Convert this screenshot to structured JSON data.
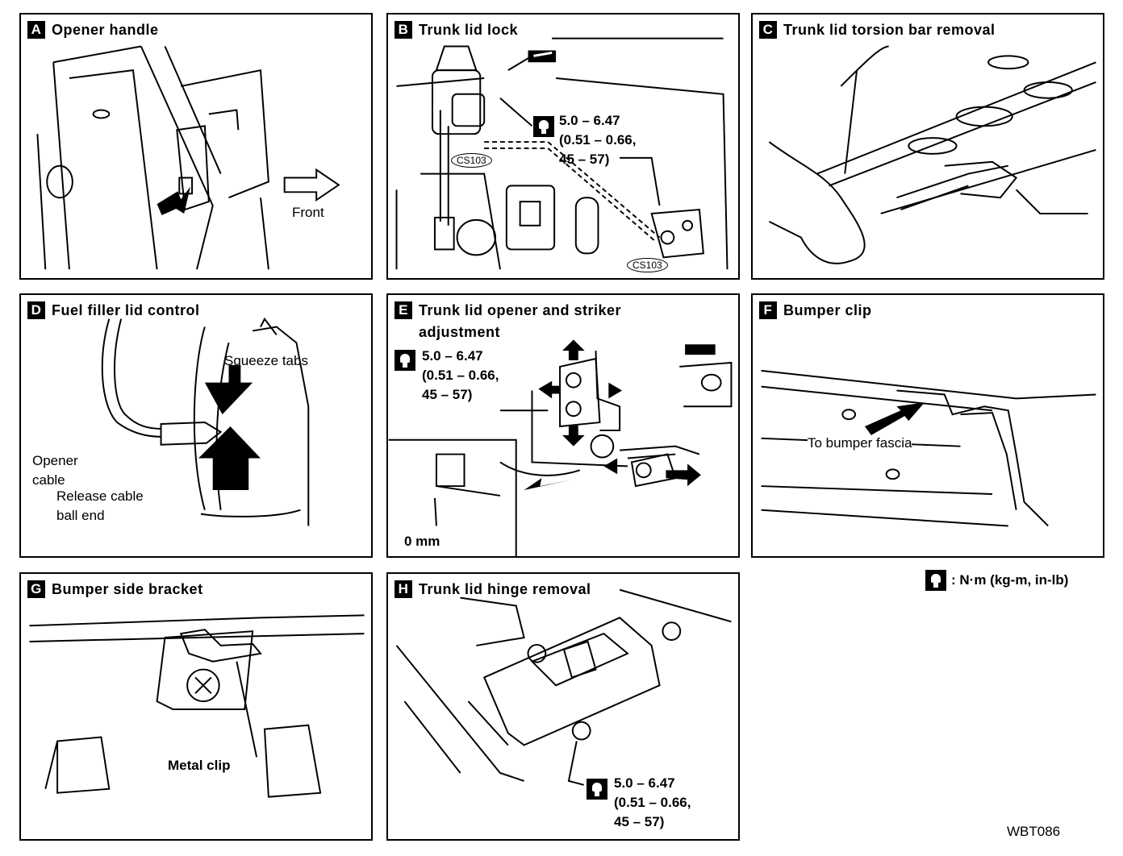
{
  "panels": {
    "a": {
      "badge": "A",
      "title": "Opener handle",
      "front": "Front"
    },
    "b": {
      "badge": "B",
      "title": "Trunk lid lock",
      "cs1": "CS103",
      "cs2": "CS103",
      "torque": [
        "5.0 – 6.47",
        "(0.51 – 0.66,",
        "45 – 57)"
      ]
    },
    "c": {
      "badge": "C",
      "title": "Trunk lid torsion bar removal"
    },
    "d": {
      "badge": "D",
      "title": "Fuel filler lid control",
      "squeeze": "Squeeze tabs",
      "opener1": "Opener",
      "opener2": "cable",
      "release1": "Release cable",
      "release2": "ball end"
    },
    "e": {
      "badge": "E",
      "title1": "Trunk lid opener and striker",
      "title2": "adjustment",
      "torque": [
        "5.0 – 6.47",
        "(0.51 – 0.66,",
        "45 – 57)"
      ],
      "gap": "0 mm"
    },
    "f": {
      "badge": "F",
      "title": "Bumper clip",
      "fascia": "To bumper fascia"
    },
    "g": {
      "badge": "G",
      "title": "Bumper side bracket",
      "clip": "Metal clip"
    },
    "h": {
      "badge": "H",
      "title": "Trunk lid hinge removal",
      "torque": [
        "5.0 – 6.47",
        "(0.51 – 0.66,",
        "45 – 57)"
      ]
    }
  },
  "legend": ": N·m (kg-m, in-lb)",
  "figure_code": "WBT086"
}
